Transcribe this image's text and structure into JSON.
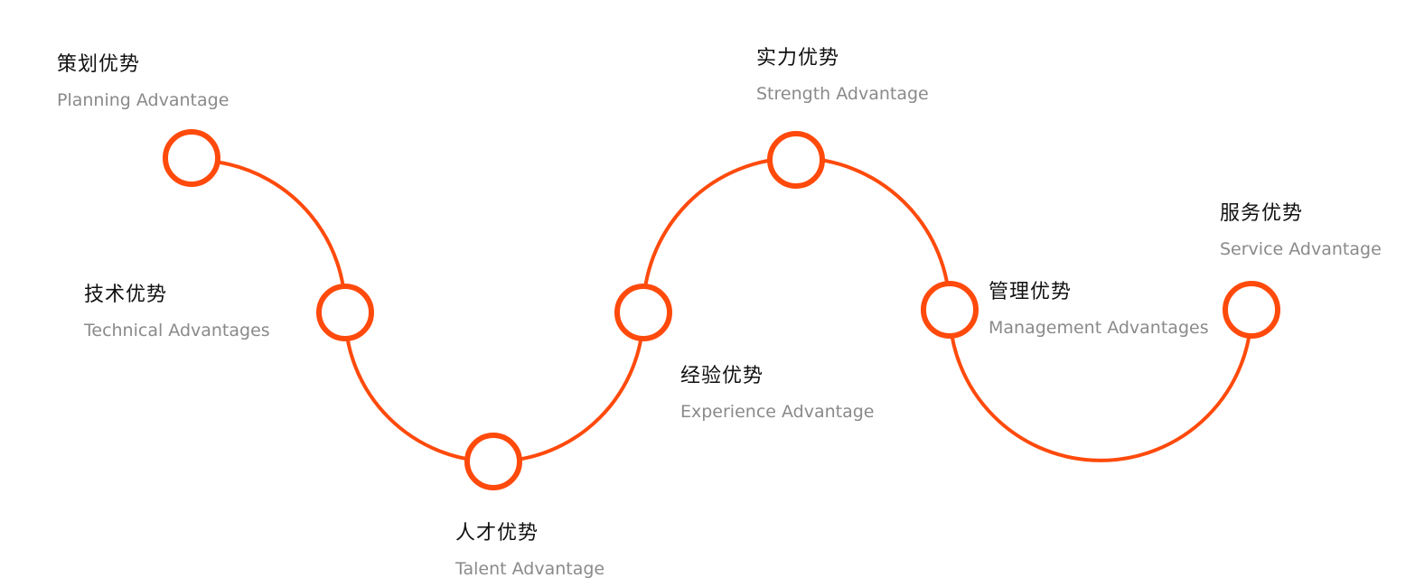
{
  "theme": {
    "accent": "#ff4a0c",
    "node_fill": "#ffffff",
    "title_color": "#111111",
    "subtitle_color": "#8a8a8a"
  },
  "advantages": [
    {
      "title": "策划优势",
      "subtitle": "Planning Advantage"
    },
    {
      "title": "技术优势",
      "subtitle": "Technical Advantages"
    },
    {
      "title": "人才优势",
      "subtitle": "Talent Advantage"
    },
    {
      "title": "经验优势",
      "subtitle": "Experience Advantage"
    },
    {
      "title": "实力优势",
      "subtitle": "Strength Advantage"
    },
    {
      "title": "管理优势",
      "subtitle": "Management Advantages"
    },
    {
      "title": "服务优势",
      "subtitle": "Service Advantage"
    }
  ]
}
